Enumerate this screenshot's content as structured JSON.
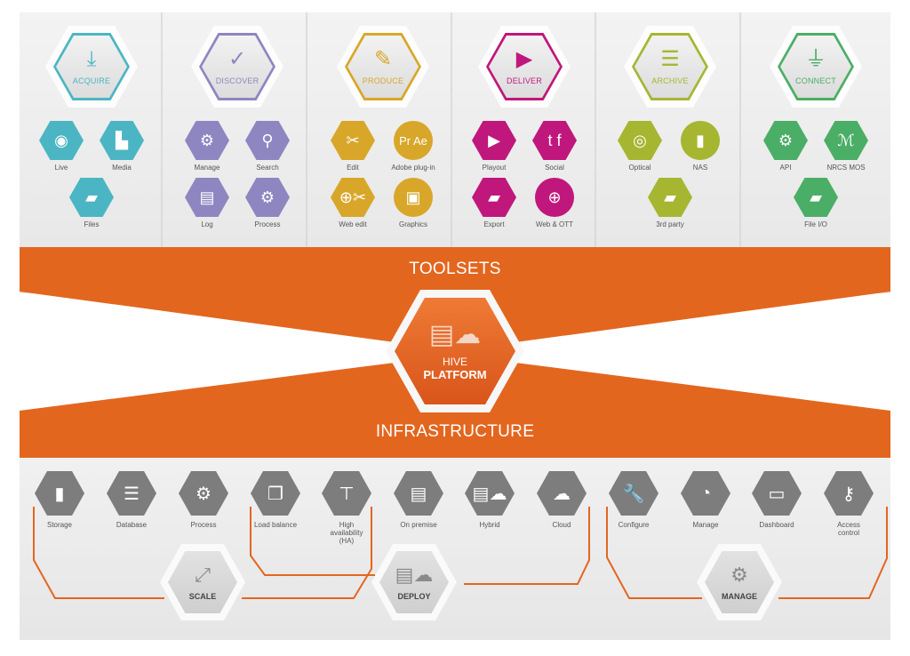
{
  "toolsets_title": "TOOLSETS",
  "infrastructure_title": "INFRASTRUCTURE",
  "platform": {
    "line1": "HIVE",
    "line2": "PLATFORM",
    "icon": "server-cloud-icon"
  },
  "colors": {
    "orange": "#e3661f",
    "acquire": "#4cb5c3",
    "discover": "#8e86c1",
    "produce": "#d8a729",
    "deliver": "#c0177c",
    "archive": "#a6b631",
    "connect": "#4bae66",
    "gray": "#7d7d7d"
  },
  "toolsets": [
    {
      "label": "ACQUIRE",
      "icon": "download-tray-icon",
      "color": "#4cb5c3",
      "items": [
        {
          "label": "Live",
          "icon": "record-icon"
        },
        {
          "label": "Media",
          "icon": "camera-icon"
        },
        {
          "label": "Files",
          "icon": "folder-icon"
        }
      ]
    },
    {
      "label": "DISCOVER",
      "icon": "magnifier-check-icon",
      "color": "#8e86c1",
      "items": [
        {
          "label": "Manage",
          "icon": "wrench-gear-icon"
        },
        {
          "label": "Search",
          "icon": "search-icon"
        },
        {
          "label": "Log",
          "icon": "document-list-icon"
        },
        {
          "label": "Process",
          "icon": "gears-icon"
        }
      ]
    },
    {
      "label": "PRODUCE",
      "icon": "pencil-square-icon",
      "color": "#d8a729",
      "items": [
        {
          "label": "Edit",
          "icon": "scissors-icon"
        },
        {
          "label": "Adobe plug-in",
          "icon": "adobe-icon",
          "text": "Pr Ae"
        },
        {
          "label": "Web edit",
          "icon": "globe-scissors-icon"
        },
        {
          "label": "Graphics",
          "icon": "monitor-play-icon"
        }
      ]
    },
    {
      "label": "DELIVER",
      "icon": "play-circle-icon",
      "color": "#c0177c",
      "items": [
        {
          "label": "Playout",
          "icon": "play-screen-icon"
        },
        {
          "label": "Social",
          "icon": "twitter-facebook-icon"
        },
        {
          "label": "Export",
          "icon": "folder-icon"
        },
        {
          "label": "Web & OTT",
          "icon": "globe-icon"
        }
      ]
    },
    {
      "label": "ARCHIVE",
      "icon": "database-folder-icon",
      "color": "#a6b631",
      "items": [
        {
          "label": "Optical",
          "icon": "disc-icon"
        },
        {
          "label": "NAS",
          "icon": "cylinder-icon"
        },
        {
          "label": "3rd party",
          "icon": "folder-icon"
        }
      ]
    },
    {
      "label": "CONNECT",
      "icon": "plug-icon",
      "color": "#4bae66",
      "items": [
        {
          "label": "API",
          "icon": "code-gear-icon"
        },
        {
          "label": "NRCS MOS",
          "icon": "mos-logo-icon"
        },
        {
          "label": "File I/O",
          "icon": "folder-icon"
        }
      ]
    }
  ],
  "infrastructure": [
    {
      "label": "Storage",
      "icon": "cylinder-icon"
    },
    {
      "label": "Database",
      "icon": "database-icon"
    },
    {
      "label": "Process",
      "icon": "gears-icon"
    },
    {
      "label": "Load balance",
      "icon": "stacked-pages-icon"
    },
    {
      "label": "High availability (HA)",
      "icon": "network-tree-icon"
    },
    {
      "label": "On premise",
      "icon": "server-icon"
    },
    {
      "label": "Hybrid",
      "icon": "server-cloud-icon"
    },
    {
      "label": "Cloud",
      "icon": "cloud-icon"
    },
    {
      "label": "Configure",
      "icon": "wrench-icon"
    },
    {
      "label": "Manage",
      "icon": "stopwatch-icon"
    },
    {
      "label": "Dashboard",
      "icon": "monitor-icon"
    },
    {
      "label": "Access control",
      "icon": "key-icon"
    }
  ],
  "hubs": [
    {
      "label": "SCALE",
      "icon": "resize-icon"
    },
    {
      "label": "DEPLOY",
      "icon": "server-cloud-icon"
    },
    {
      "label": "MANAGE",
      "icon": "gear-clock-icon"
    }
  ]
}
